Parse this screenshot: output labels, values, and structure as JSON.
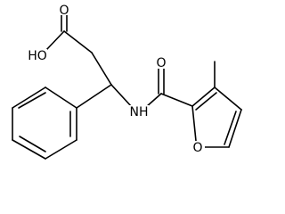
{
  "structure": {
    "labels": {
      "carbonyl_o": "O",
      "hydroxyl": "HO",
      "amide_o": "O",
      "amide_nh": "NH",
      "furan_o": "O"
    }
  }
}
